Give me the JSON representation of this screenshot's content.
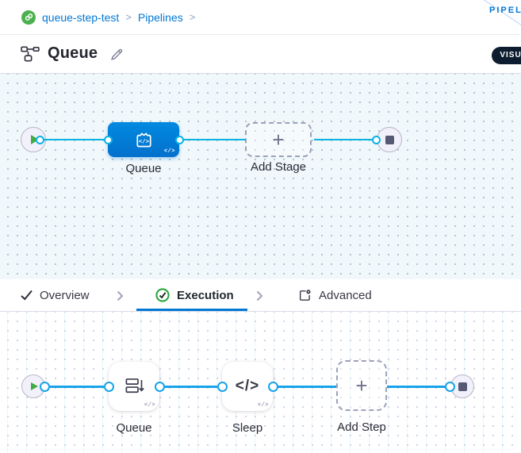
{
  "breadcrumb": {
    "items": [
      {
        "label": "queue-step-test"
      },
      {
        "label": "Pipelines"
      }
    ],
    "separator": ">"
  },
  "corner_ribbon": {
    "label": "PIPELINE"
  },
  "title_bar": {
    "title": "Queue",
    "view_mode": "VISUAL"
  },
  "badges": {
    "code": "</>"
  },
  "stage_canvas": {
    "stage": {
      "label": "Queue",
      "color": "#0278d5"
    },
    "add_stage": {
      "label": "Add Stage",
      "plus": "+"
    }
  },
  "tab_bar": {
    "tabs": [
      {
        "label": "Overview",
        "icon": "check-icon",
        "active": false
      },
      {
        "label": "Execution",
        "icon": "check-circle-icon",
        "active": true
      },
      {
        "label": "Advanced",
        "icon": "advanced-gear-icon",
        "active": false
      }
    ]
  },
  "execution_canvas": {
    "steps": [
      {
        "label": "Queue",
        "icon": "queue-icon"
      },
      {
        "label": "Sleep",
        "icon": "code-icon",
        "glyph": "</>"
      }
    ],
    "add_step": {
      "label": "Add Step",
      "plus": "+"
    }
  },
  "colors": {
    "primary_blue": "#0278d5",
    "edge_cyan": "#0bb2e2",
    "edge_blue": "#18a3e8",
    "green": "#42ab45",
    "canvas_tint": "#f0f8fb",
    "pill_dark": "#0d1c2e"
  }
}
